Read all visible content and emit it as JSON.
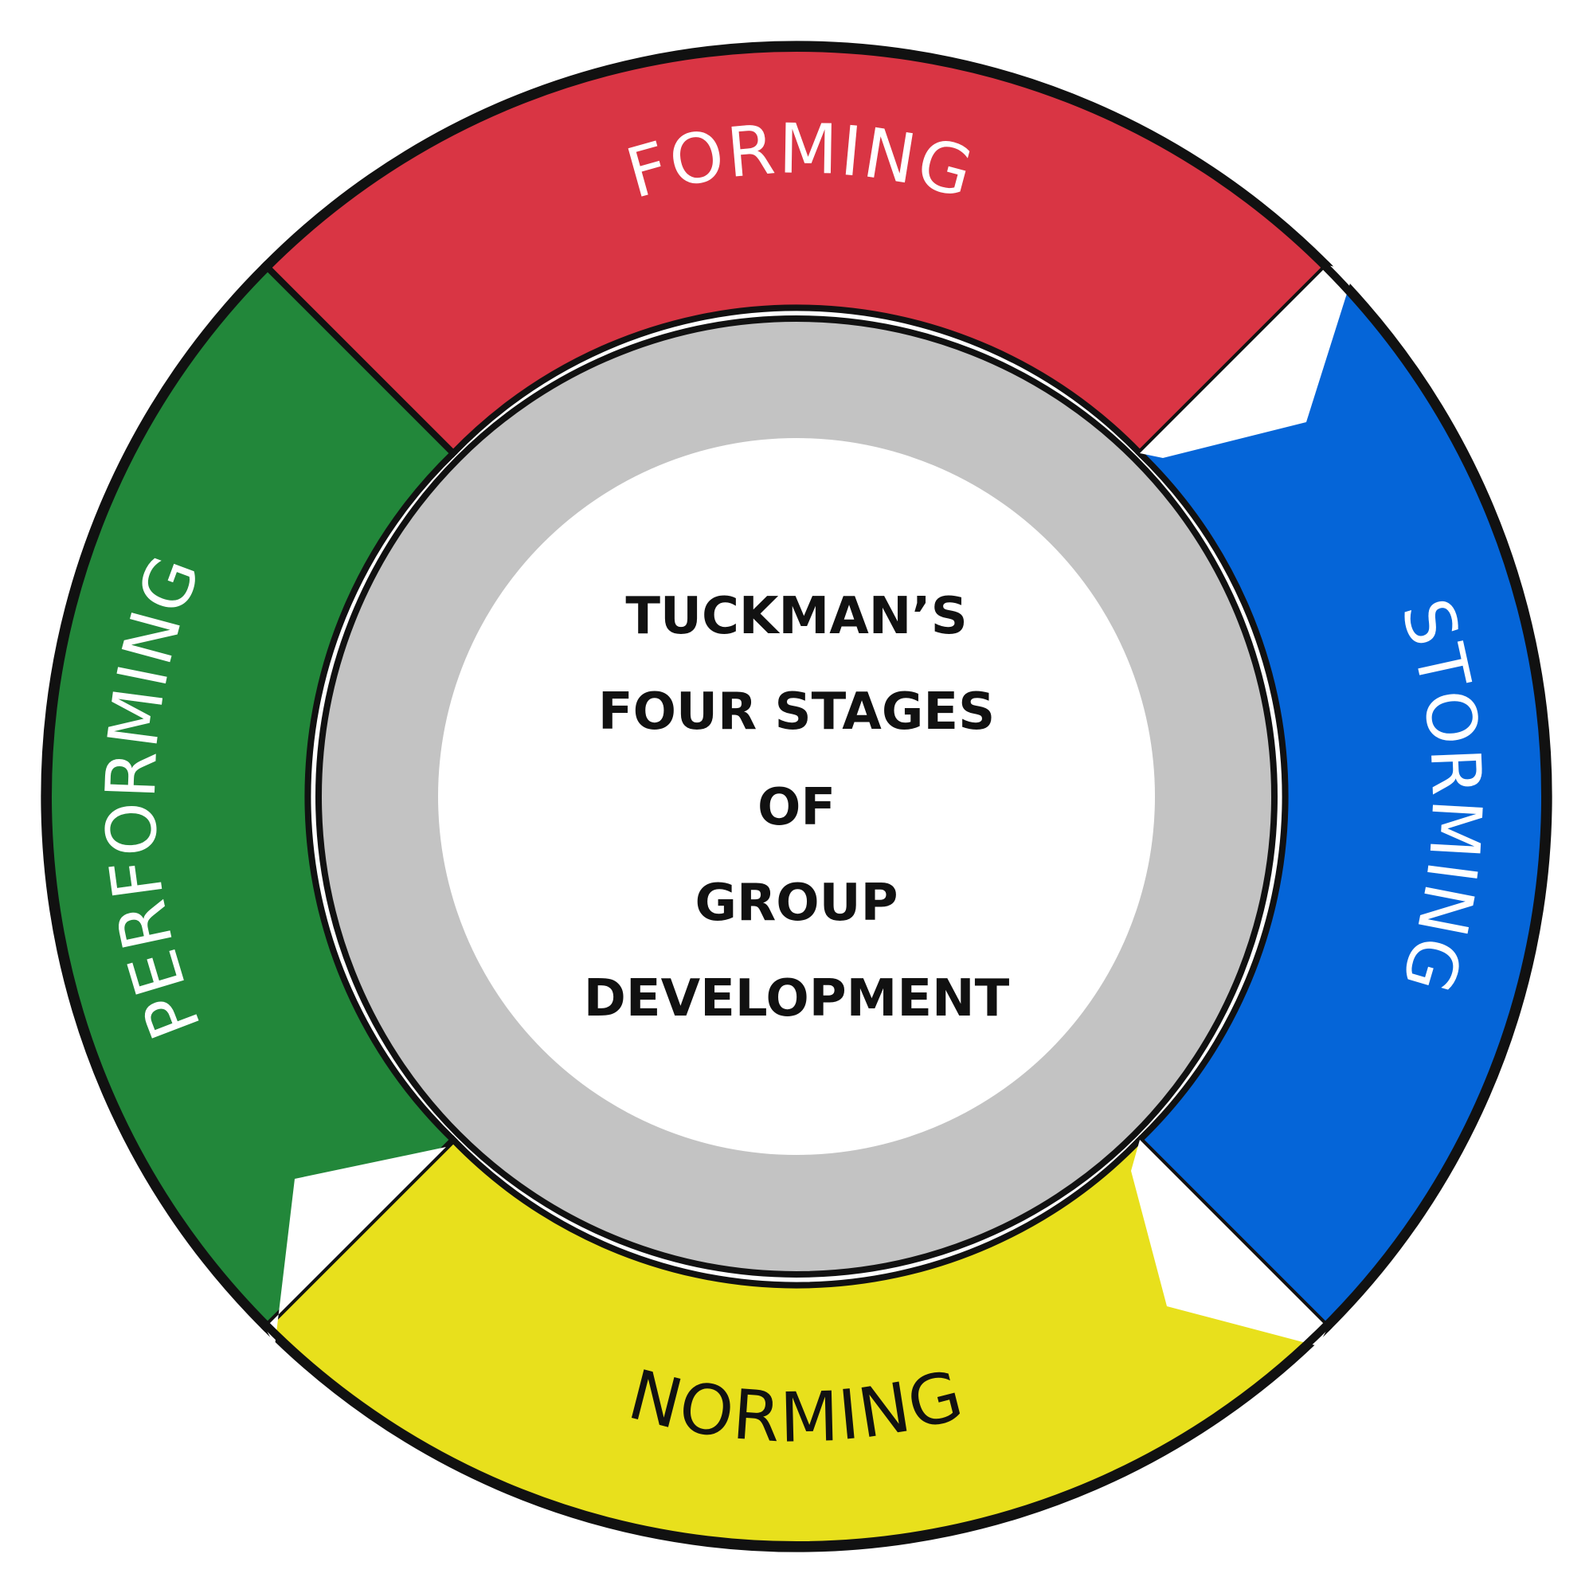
{
  "diagram": {
    "center_title_lines": [
      "TUCKMAN’S",
      "FOUR STAGES",
      "OF",
      "GROUP",
      "DEVELOPMENT"
    ],
    "stages": [
      {
        "key": "forming",
        "label": "FORMING",
        "color": "#d93544",
        "text_color": "#ffffff"
      },
      {
        "key": "storming",
        "label": "STORMING",
        "color": "#0565d8",
        "text_color": "#ffffff"
      },
      {
        "key": "norming",
        "label": "NORMING",
        "color": "#e8e01c",
        "text_color": "#111111"
      },
      {
        "key": "performing",
        "label": "PERFORMING",
        "color": "#22873a",
        "text_color": "#ffffff"
      }
    ],
    "inner_ring_color": "#c3c3c3",
    "outline_color": "#111111",
    "center_fill": "#ffffff"
  }
}
